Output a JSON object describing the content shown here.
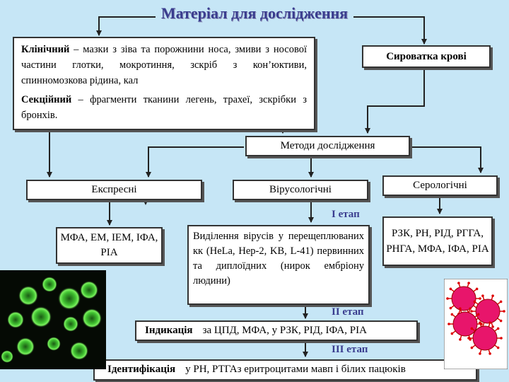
{
  "title": "Матеріал для дослідження",
  "clinical": {
    "label": "Клінічний",
    "text": " – мазки з зіва та порожнини носа, змиви з носової частини глотки, мокротиння, зскріб з кон’юктиви, спинномозкова рідина, кал"
  },
  "sectional": {
    "label": "Секційний",
    "text": " – фрагменти тканини легень, трахеї, зскрібки з бронхів."
  },
  "serum": "Сироватка крові",
  "methods": "Методи дослідження",
  "express": "Експресні",
  "virological": "Вірусологічні",
  "serological": "Серологічні",
  "express_methods": "МФА, ЕМ, ІЕМ, ІФА, РІА",
  "stage1": "І етап",
  "stage2": "ІІ етап",
  "stage3": "ІІІ етап",
  "isolation": "Виділення вірусів у перещеплюваних кк (HeLa, Hep-2, KB, L-41) первинних та диплоїдних (нирок ембріону людини)",
  "serological_methods": "РЗК, РН, РІД, РГГА, РНГА, МФА, ІФА, РІА",
  "indication": {
    "label": "Індикація",
    "text": "за ЦПД, МФА, у РЗК, РІД, ІФА, РІА"
  },
  "identification": {
    "label": "Ідентифікація",
    "text": "у РН, РТГАз еритроцитами мавп і білих пацюків"
  },
  "colors": {
    "background": "#c6e6f6",
    "title": "#3a3d8f",
    "cells": "#e8156b",
    "fluorescence": "#4cd43a"
  }
}
